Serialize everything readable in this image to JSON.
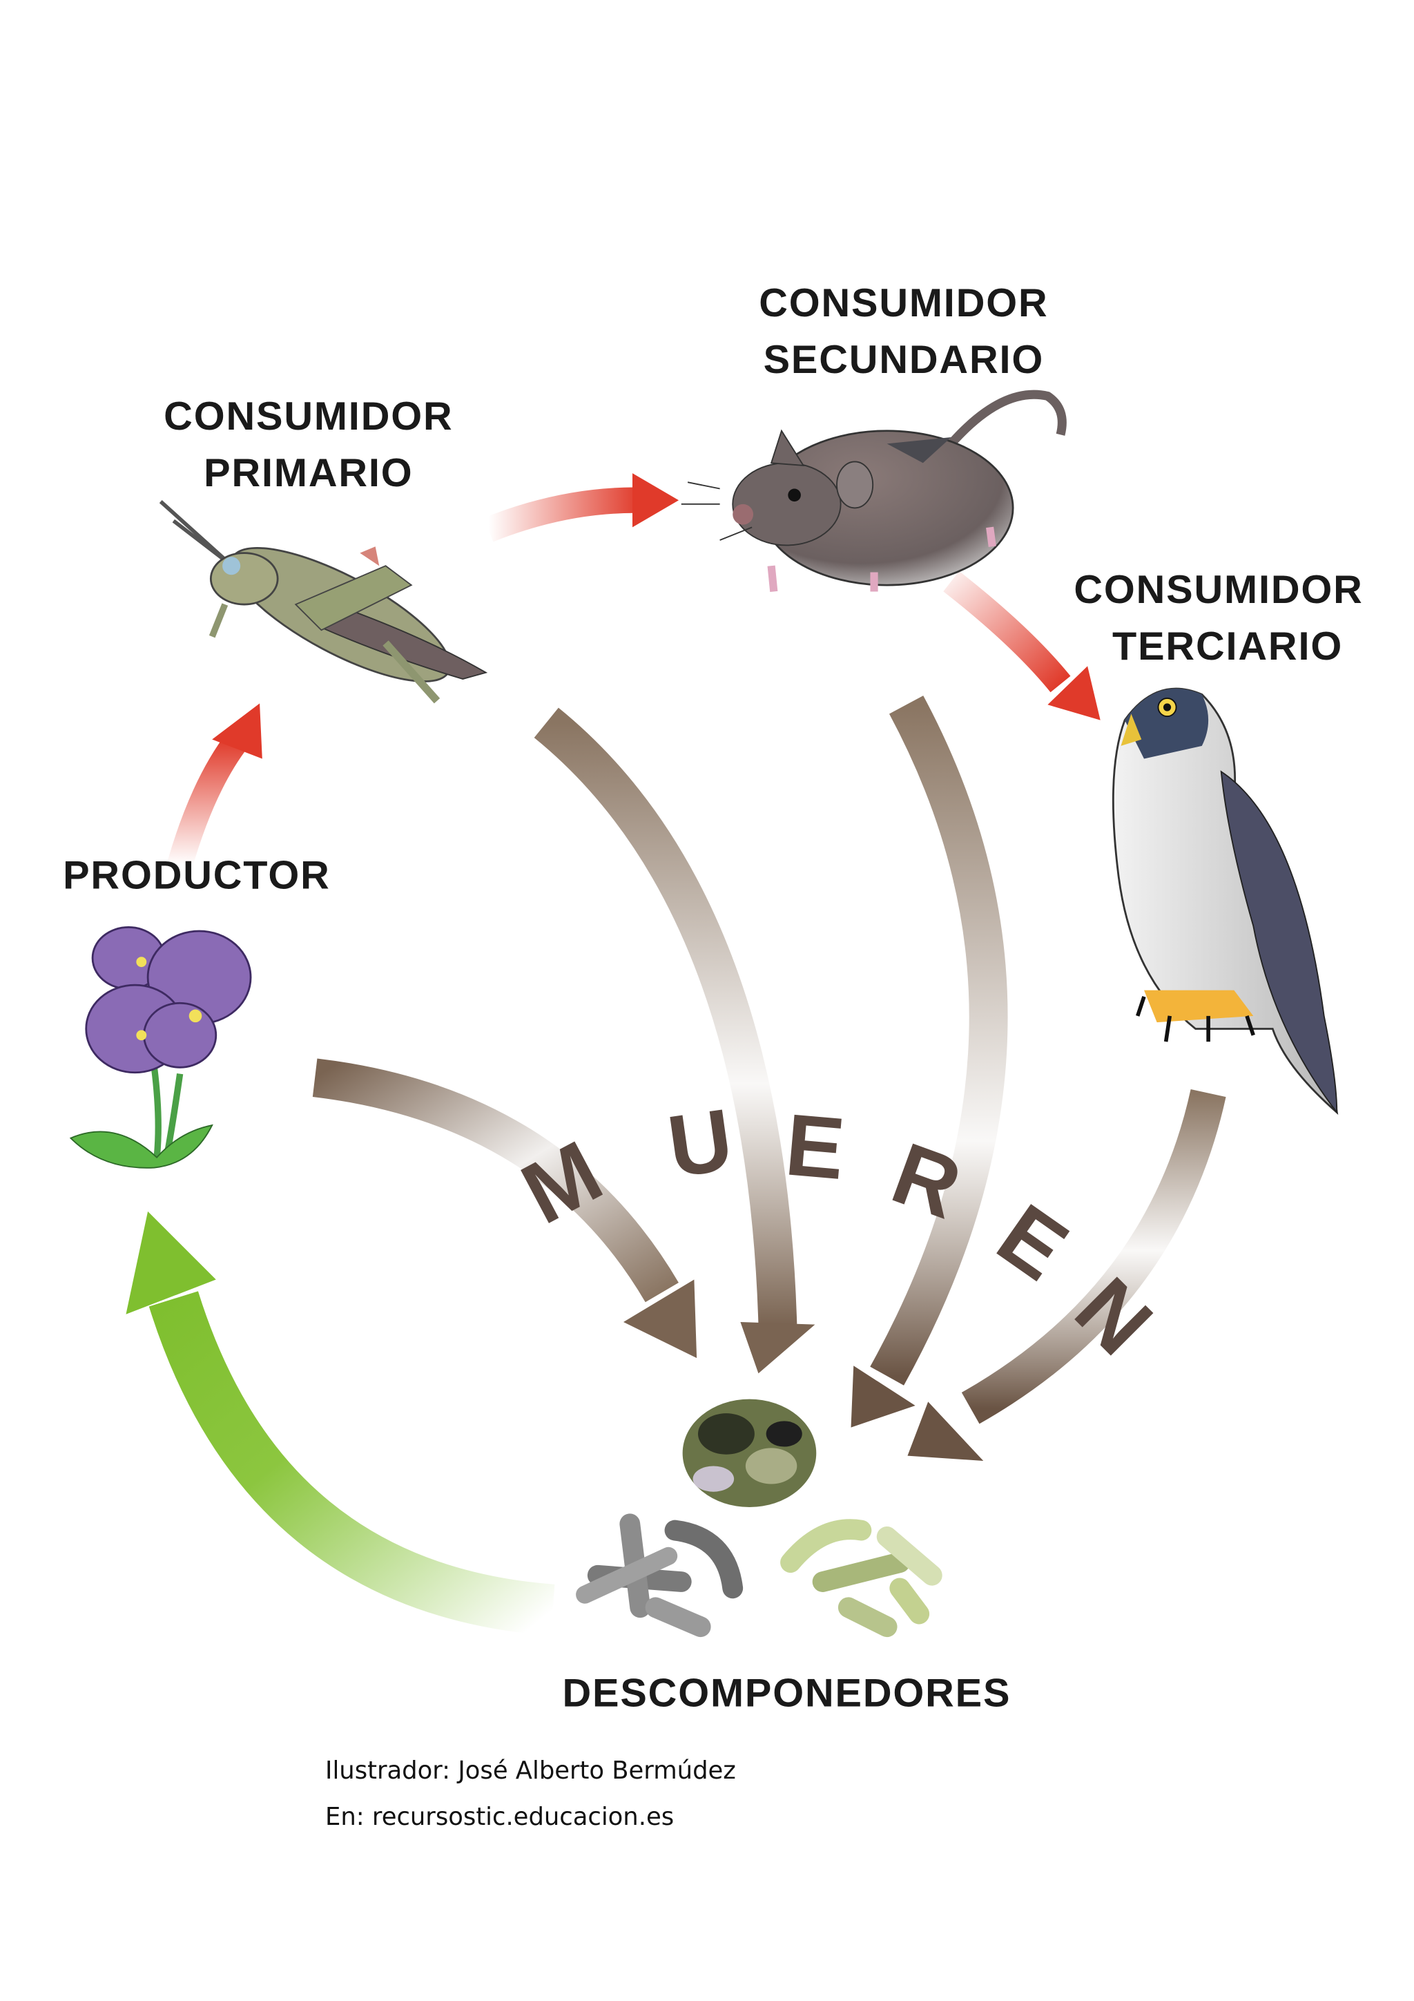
{
  "labels": {
    "producer": "PRODUCTOR",
    "primary": [
      "CONSUMIDOR",
      "PRIMARIO"
    ],
    "secondary": [
      "CONSUMIDOR",
      "SECUNDARIO"
    ],
    "tertiary": [
      "CONSUMIDOR",
      "TERCIARIO"
    ],
    "decomposers": "DESCOMPONEDORES"
  },
  "mueren_letters": [
    "M",
    "U",
    "E",
    "R",
    "E",
    "N"
  ],
  "credits": {
    "illustrator": "Ilustrador: José Alberto Bermúdez",
    "source": "En: recursostic.educacion.es"
  },
  "colors": {
    "red_arrow": "#e03a2a",
    "brown_arrow": "#8a7562",
    "green_arrow": "#7fbf2f",
    "mueren_text": "#5a4840"
  },
  "icons": [
    "violet-flower",
    "grasshopper",
    "mouse",
    "falcon",
    "decomposer-bacteria",
    "detritus"
  ]
}
